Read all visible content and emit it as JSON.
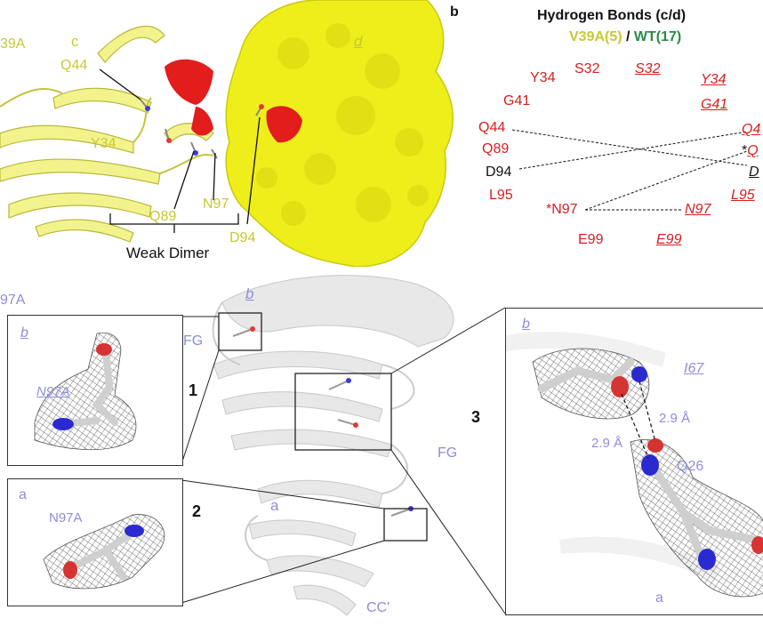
{
  "panel_a": {
    "chain_c": "c",
    "chain_d": "d",
    "cut_label": "39A",
    "residues": {
      "q44": "Q44",
      "y34": "Y34",
      "q89": "Q89",
      "n97": "N97",
      "d94": "D94"
    },
    "weak_dimer": "Weak Dimer"
  },
  "panel_b": {
    "letter": "b",
    "title": "Hydrogen Bonds (c/d)",
    "subtitle_mut": "V39A(5)",
    "subtitle_sep": " / ",
    "subtitle_wt": "WT(17)",
    "left_col": [
      {
        "id": "y34",
        "text": "Y34",
        "color": "red"
      },
      {
        "id": "s32",
        "text": "S32",
        "color": "red"
      },
      {
        "id": "g41",
        "text": "G41",
        "color": "red"
      },
      {
        "id": "q44",
        "text": "Q44",
        "color": "red"
      },
      {
        "id": "q89",
        "text": "Q89",
        "color": "red"
      },
      {
        "id": "d94",
        "text": "D94",
        "color": "black"
      },
      {
        "id": "l95",
        "text": "L95",
        "color": "red"
      },
      {
        "id": "n97",
        "text": "*N97",
        "color": "red"
      },
      {
        "id": "e99",
        "text": "E99",
        "color": "red"
      }
    ],
    "right_col": [
      {
        "id": "s32",
        "text": "S32",
        "color": "red"
      },
      {
        "id": "y34",
        "text": "Y34",
        "color": "red"
      },
      {
        "id": "g41",
        "text": "G41",
        "color": "red"
      },
      {
        "id": "q44",
        "text": "Q4",
        "color": "red"
      },
      {
        "id": "q",
        "text": "Q",
        "color": "red",
        "prefix": "*"
      },
      {
        "id": "d",
        "text": "D",
        "color": "black"
      },
      {
        "id": "n97",
        "text": "N97",
        "color": "red"
      },
      {
        "id": "l95",
        "text": "L95",
        "color": "red"
      },
      {
        "id": "e99",
        "text": "E99",
        "color": "red"
      }
    ]
  },
  "panel_c": {
    "cut_label": "97A",
    "chain_b": "b",
    "chain_a": "a",
    "fg_top": "FG",
    "fg_right": "FG",
    "cc_prime": "CC'",
    "inset1": {
      "number": "1",
      "chain": "b",
      "residue": "N97A"
    },
    "inset2": {
      "number": "2",
      "chain": "a",
      "residue": "N97A"
    },
    "inset3": {
      "number": "3",
      "chain_top": "b",
      "residue_top": "I67",
      "dist1": "2.9 Å",
      "dist2": "2.9 Å",
      "residue_bottom": "Q26",
      "chain_bottom": "a"
    }
  },
  "colors": {
    "yellow_surface": "#eeee1a",
    "red_patch": "#e31c1c",
    "cartoon_yellow": "#f1f18a",
    "cartoon_grey": "#e4e4e4",
    "label_yellow": "#c8c832",
    "label_red": "#d81e1e",
    "label_blue": "#8d8ddd",
    "label_green": "#2a8a46"
  }
}
